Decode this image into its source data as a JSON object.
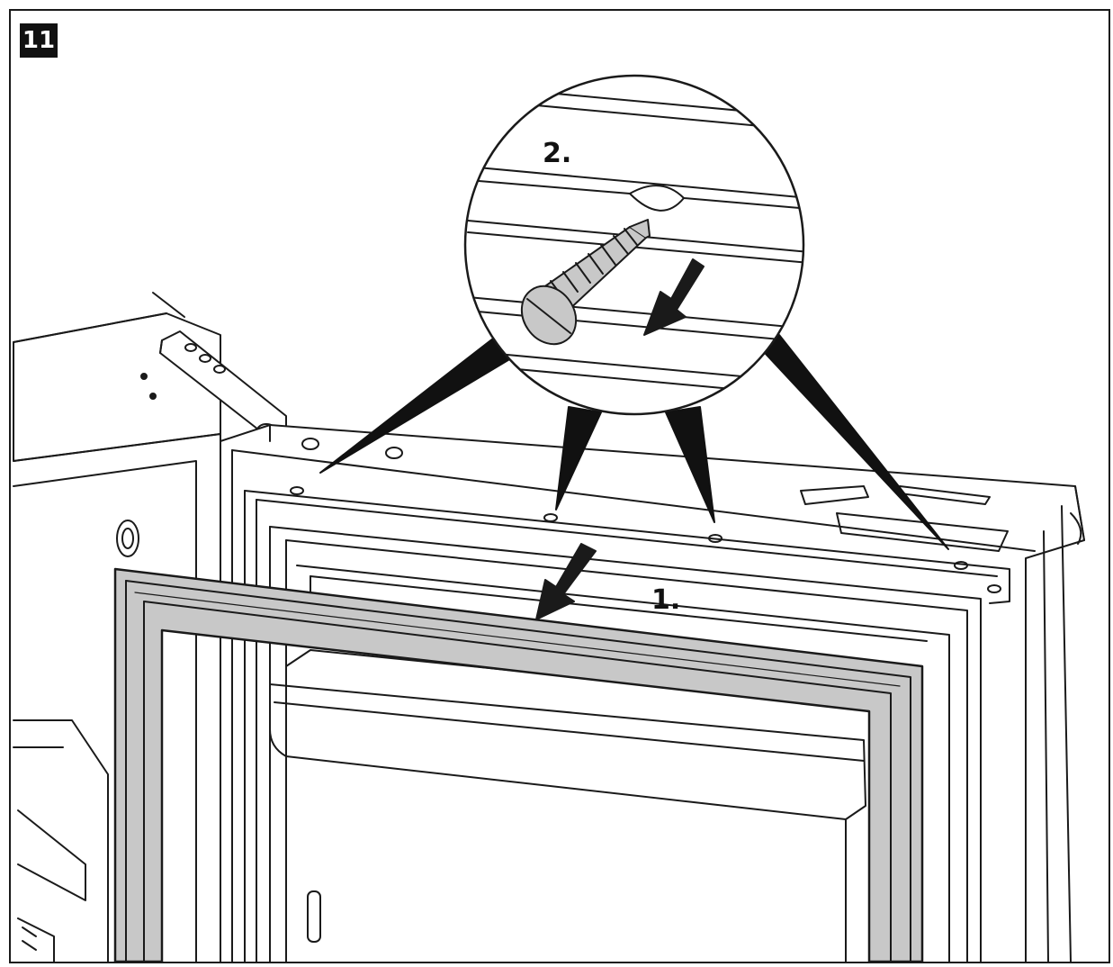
{
  "figure": {
    "step_number": "11",
    "callouts": {
      "step1": "1.",
      "step2": "2."
    },
    "colors": {
      "line": "#1a1a1a",
      "gasket": "#c8c8c8",
      "background": "#ffffff"
    }
  }
}
